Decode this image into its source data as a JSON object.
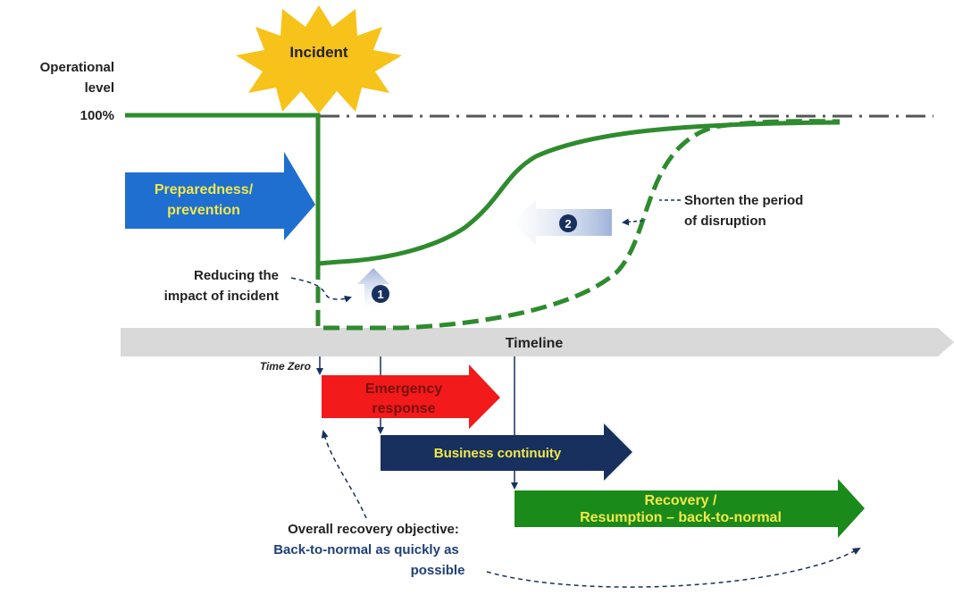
{
  "incident": "Incident",
  "y_axis": {
    "line1": "Operational",
    "line2": "level",
    "tick": "100%"
  },
  "timeline": "Timeline",
  "time_zero": "Time Zero",
  "preparedness": {
    "line1": "Preparedness/",
    "line2": "prevention"
  },
  "reducing": {
    "line1": "Reducing the",
    "line2": "impact of incident"
  },
  "shorten": {
    "line1": "Shorten the period",
    "line2": "of disruption"
  },
  "badges": {
    "one": "1",
    "two": "2"
  },
  "emergency": {
    "line1": "Emergency",
    "line2": "response"
  },
  "business": "Business continuity",
  "recovery": {
    "line1": "Recovery /",
    "line2": "Resumption – back-to-normal"
  },
  "objective": {
    "line1": "Overall recovery objective:",
    "line2": "Back-to-normal as quickly as",
    "line3": "possible"
  },
  "colors": {
    "curve": "#2e8b2e",
    "preparedness": "#1f6fd0",
    "preparedness_text": "#f2e84a",
    "emergency": "#f21a1a",
    "emergency_text": "#7a1010",
    "business": "#17305e",
    "business_text": "#f2e84a",
    "recovery": "#1a8a1a",
    "recovery_text": "#f2e84a",
    "timeline": "#d9d9d9",
    "incident_star": "#f7c21a",
    "badge": "#17305e",
    "objective_blue": "#1f3f7a"
  }
}
